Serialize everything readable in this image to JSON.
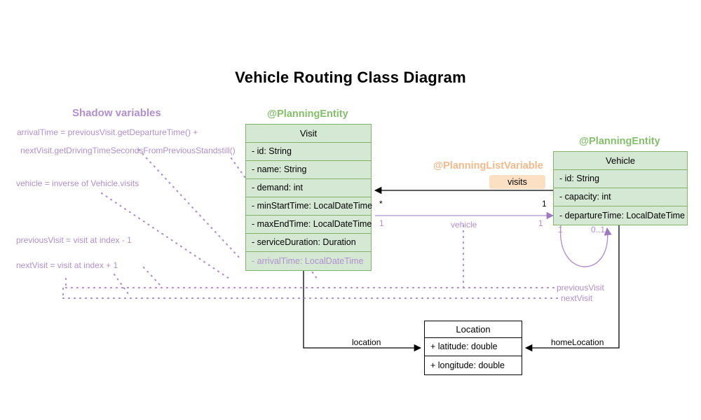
{
  "title": "Vehicle Routing Class Diagram",
  "colors": {
    "class_fill_green": "#d5e8d4",
    "class_border_green": "#82b366",
    "stereotype_green": "#84c06a",
    "shadow_purple": "#b18fcf",
    "badge_orange": "#fbe0c3",
    "stereotype_orange": "#f3b98a",
    "line_black": "#000000"
  },
  "shadow_panel": {
    "heading": "Shadow variables",
    "notes": [
      "arrivalTime = previousVisit.getDepartureTime() +",
      "nextVisit.getDrivingTimeSecondsFromPreviousStandstill()",
      "vehicle = inverse of Vehicle.visits",
      "previousVisit = visit at index - 1",
      "nextVisit = visit at index + 1"
    ]
  },
  "classes": {
    "visit": {
      "stereotype": "@PlanningEntity",
      "name": "Visit",
      "attributes": [
        {
          "text": "- id: String",
          "shadow": false
        },
        {
          "text": "- name: String",
          "shadow": false
        },
        {
          "text": "- demand: int",
          "shadow": false
        },
        {
          "text": "- minStartTime: LocalDateTime",
          "shadow": false
        },
        {
          "text": "- maxEndTime: LocalDateTime",
          "shadow": false
        },
        {
          "text": "- serviceDuration: Duration",
          "shadow": false
        },
        {
          "text": "- arrivalTime: LocalDateTime",
          "shadow": true
        }
      ]
    },
    "vehicle": {
      "stereotype": "@PlanningEntity",
      "name": "Vehicle",
      "attributes": [
        {
          "text": "- id: String",
          "shadow": false
        },
        {
          "text": "- capacity: int",
          "shadow": false
        },
        {
          "text": "- departureTime: LocalDateTime",
          "shadow": false
        }
      ]
    },
    "location": {
      "name": "Location",
      "attributes": [
        {
          "text": "+ latitude: double",
          "shadow": false
        },
        {
          "text": "+ longitude: double",
          "shadow": false
        }
      ]
    }
  },
  "associations": {
    "visits": {
      "stereotype": "@PlanningListVariable",
      "badge_label": "visits",
      "source_multiplicity": "1",
      "target_multiplicity": "*"
    },
    "vehicle_ref": {
      "label": "vehicle",
      "source_multiplicity": "1",
      "target_multiplicity": "1"
    },
    "visit_location": {
      "label": "location"
    },
    "vehicle_home_location": {
      "label": "homeLocation"
    },
    "vehicle_self_loop": {
      "left_multiplicity": "1",
      "right_multiplicity": "0..1"
    },
    "chain_refs": {
      "previous_visit_label": "previousVisit",
      "next_visit_label": "nextVisit"
    }
  }
}
